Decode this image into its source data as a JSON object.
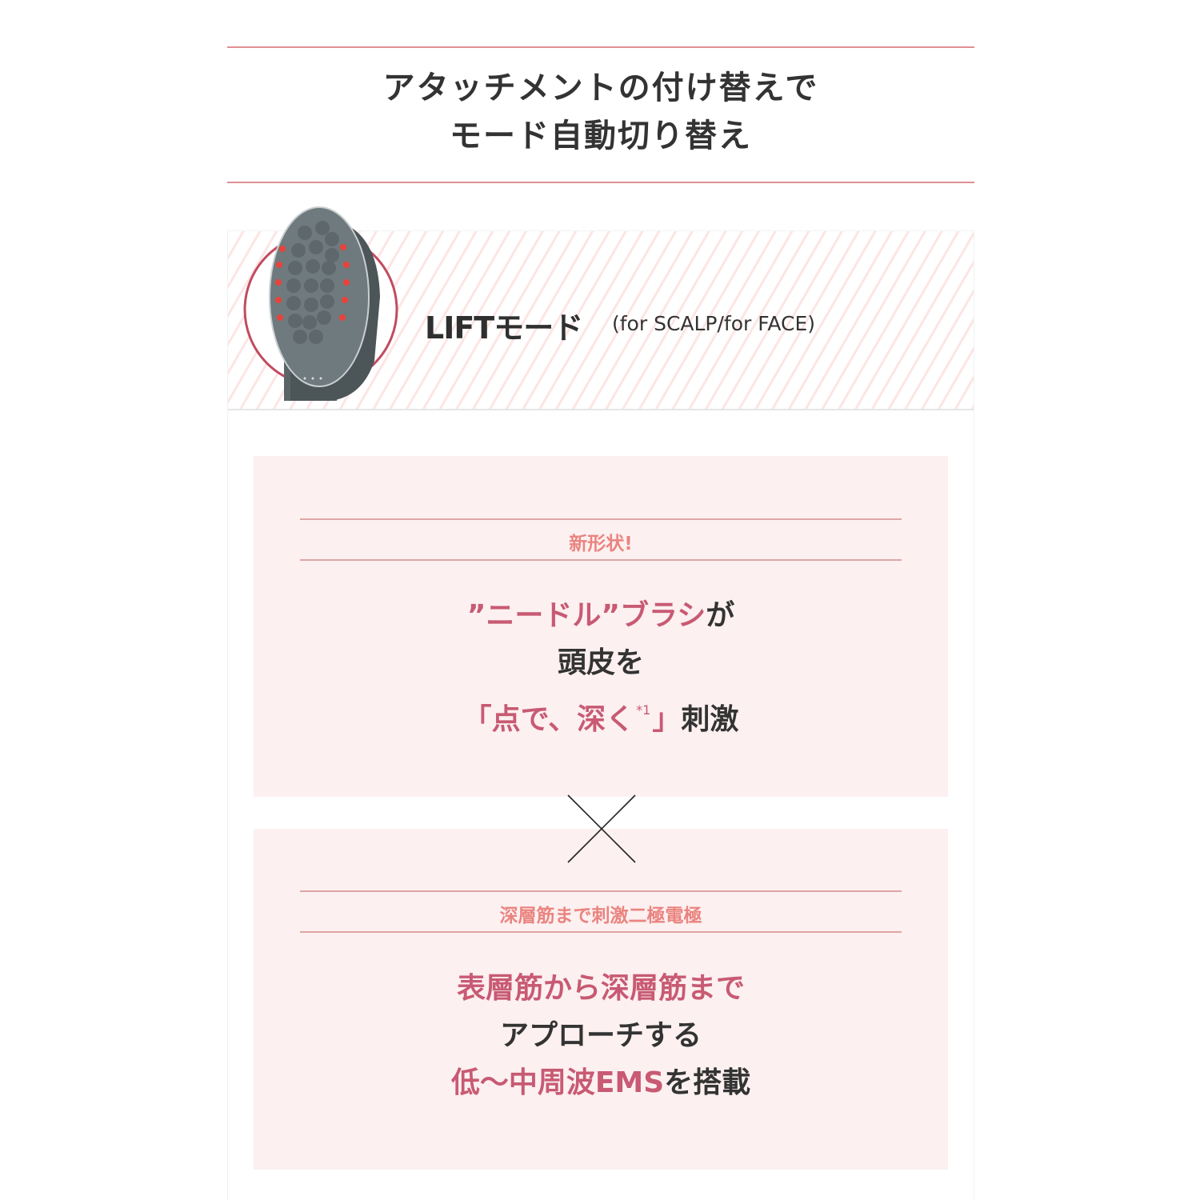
{
  "header": {
    "title_line1": "アタッチメントの付け替えで",
    "title_line2": "モード自動切り替え"
  },
  "mode": {
    "name": "LIFTモード",
    "subtitle": "(for SCALP/for FACE)",
    "image": "scalp-brush-device-image"
  },
  "features": [
    {
      "tag": "新形状!",
      "lines": [
        [
          {
            "text": "”ニードル”ブラシ",
            "style": "pink"
          },
          {
            "text": "が",
            "style": "dark"
          }
        ],
        [
          {
            "text": "頭皮を",
            "style": "dark"
          }
        ],
        [
          {
            "text": "「点で、深く",
            "style": "pink"
          },
          {
            "text": "*1",
            "style": "note"
          },
          {
            "text": "」",
            "style": "pink"
          },
          {
            "text": "刺激",
            "style": "dark"
          }
        ]
      ]
    },
    {
      "tag": "深層筋まで刺激二極電極",
      "lines": [
        [
          {
            "text": "表層筋から深層筋まで",
            "style": "pink"
          }
        ],
        [
          {
            "text": "アプローチする",
            "style": "dark"
          }
        ],
        [
          {
            "text": "低～中周波EMS",
            "style": "pink"
          },
          {
            "text": "を搭載",
            "style": "dark"
          }
        ]
      ]
    }
  ],
  "separator": "multiply-cross-icon",
  "colors": {
    "accent_pink": "#c85a73",
    "tag_coral": "#ea8480",
    "rule": "#e08f93",
    "card_bg": "#fcf0f0",
    "stripe": "#fde5e5"
  }
}
